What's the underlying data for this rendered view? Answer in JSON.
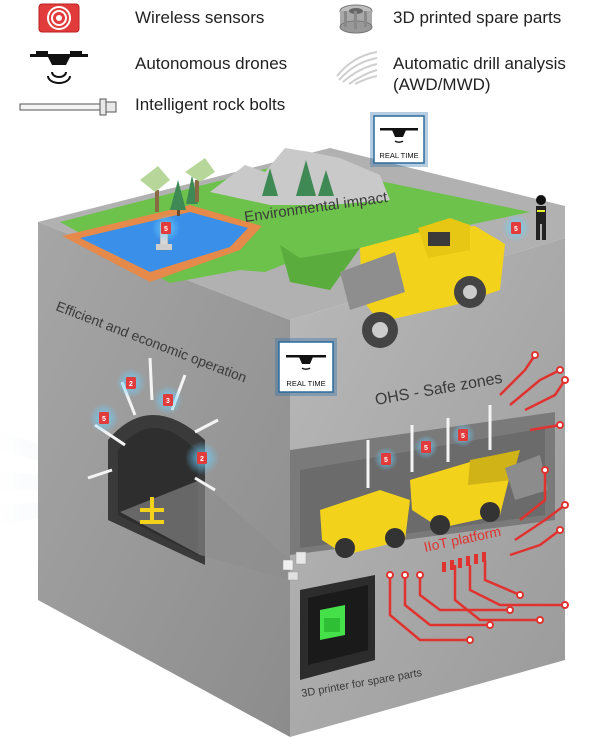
{
  "legend": {
    "wireless_sensors": "Wireless sensors",
    "autonomous_drones": "Autonomous drones",
    "rock_bolts": "Intelligent rock bolts",
    "spare_parts": "3D printed spare parts",
    "drill_analysis_line1": "Automatic drill analysis",
    "drill_analysis_line2": "(AWD/MWD)"
  },
  "labels": {
    "environmental_impact": "Environmental impact",
    "efficient_operation": "Efficient and economic operation",
    "ohs_safe_zones": "OHS - Safe zones",
    "iiot_platform": "IIoT platform",
    "printer": "3D printer for spare parts",
    "real_time": "REAL TIME"
  },
  "sensor_numbers": {
    "top_pond": "5",
    "top_person": "5",
    "tunnel_left": "5",
    "tunnel_top": "2",
    "tunnel_top_right": "3",
    "tunnel_right": "2",
    "gallery_1": "5",
    "gallery_2": "5",
    "gallery_3": "5"
  },
  "colors": {
    "sensor_red": "#e23b3b",
    "glow": "#6ad0ff",
    "grass": "#6cc24a",
    "water": "#3a8fe8",
    "machine_yellow": "#f2d21b",
    "circuit_red": "#e0332f",
    "rock_gray": "#a9a9a9"
  }
}
